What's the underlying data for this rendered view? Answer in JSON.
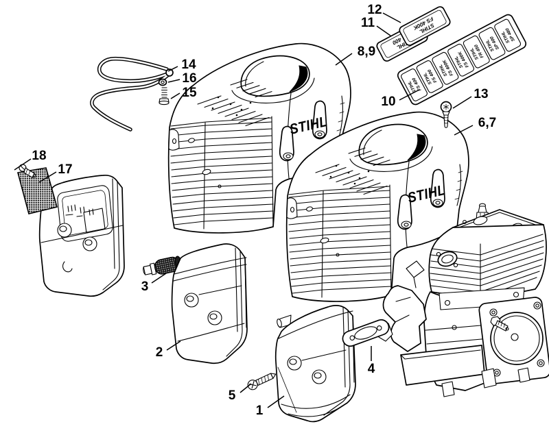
{
  "figure": {
    "background": "#ffffff",
    "line_color": "#000000"
  },
  "covers": {
    "rear_logo": "STIHL",
    "front_logo": "STIHL"
  },
  "callouts": {
    "c1": "1",
    "c2": "2",
    "c3": "3",
    "c4": "4",
    "c5": "5",
    "c67": "6,7",
    "c89": "8,9",
    "c10": "10",
    "c11": "11",
    "c12": "12",
    "c13": "13",
    "c14": "14",
    "c15": "15",
    "c16": "16",
    "c17": "17",
    "c18": "18"
  },
  "stickers": {
    "plate_11": {
      "line1": "STIHL",
      "line2": "FS 400"
    },
    "plate_12": {
      "line1": "STIHL",
      "line2": "FS 400K"
    },
    "sheet": [
      {
        "line1": "STIHL",
        "line2": "FS 400"
      },
      {
        "line1": "STIHL",
        "line2": "FS 400"
      },
      {
        "line1": "STIHL",
        "line2": "FS 400K"
      },
      {
        "line1": "STIHL",
        "line2": "FS 400K"
      },
      {
        "line1": "STIHL",
        "line2": "FR 450"
      },
      {
        "line1": "STIHL",
        "line2": "SP 400"
      },
      {
        "line1": "STIHL",
        "line2": "SP 480"
      }
    ]
  }
}
